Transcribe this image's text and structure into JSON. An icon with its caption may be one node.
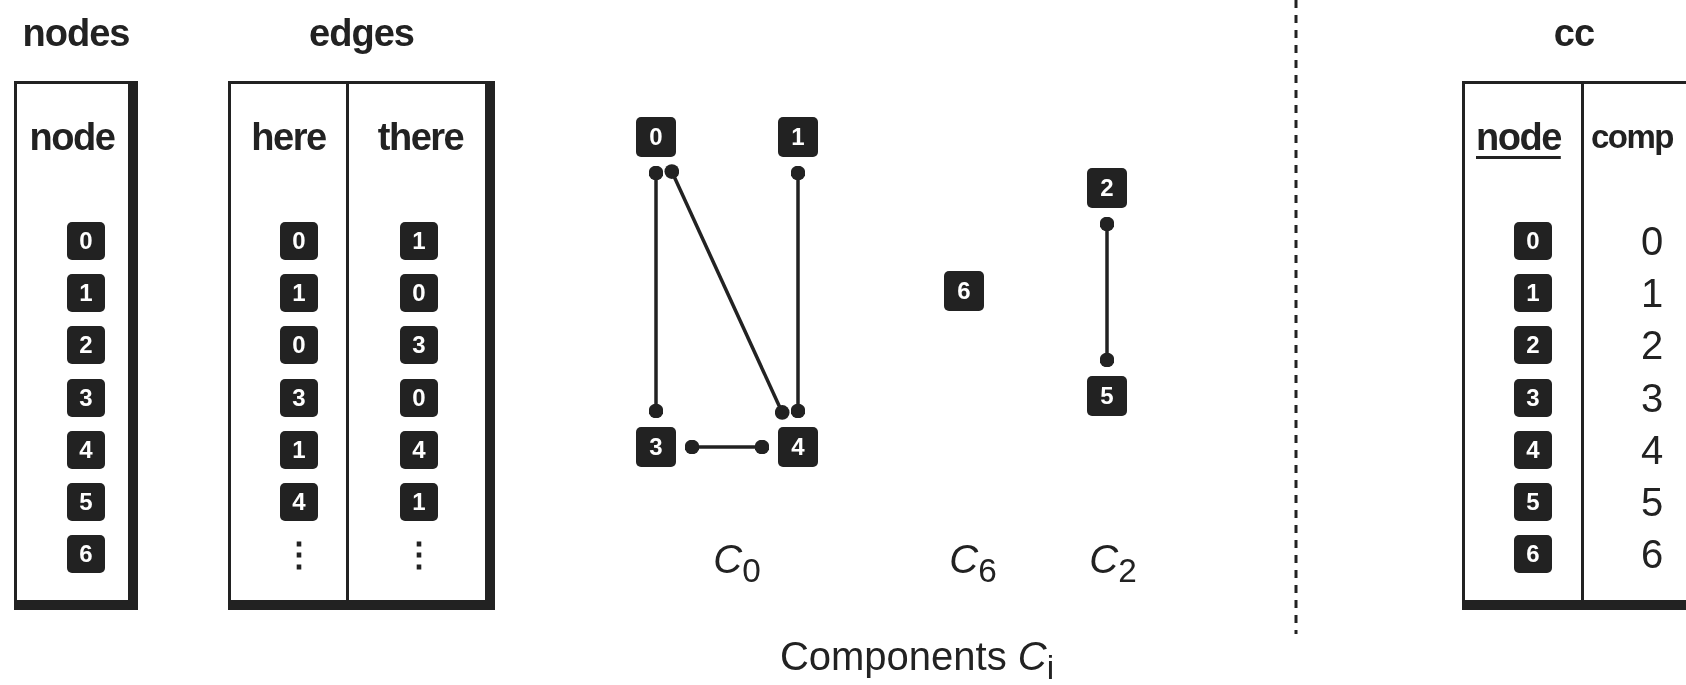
{
  "diagram": {
    "caption": "Components *C*$_{i}$",
    "nodes": [
      {
        "text": [
          "nodes",
          "node"
        ]
      },
      {
        "text": [
          "0"
        ],
        "in": 0
      },
      {
        "text": [
          "1"
        ],
        "in": 0
      },
      {
        "text": [
          "2"
        ],
        "in": 0
      },
      {
        "text": [
          "3"
        ],
        "in": 0
      },
      {
        "text": [
          "4"
        ],
        "in": 0
      },
      {
        "text": [
          "5"
        ],
        "in": 0
      },
      {
        "text": [
          "6"
        ],
        "in": 0
      },
      {
        "text": [
          "edges"
        ]
      },
      {
        "text": [
          "here",
          "⋮"
        ],
        "in": 8
      },
      {
        "text": [
          "0"
        ],
        "in": 9
      },
      {
        "text": [
          "1"
        ],
        "in": 9
      },
      {
        "text": [
          "0"
        ],
        "in": 9
      },
      {
        "text": [
          "3"
        ],
        "in": 9
      },
      {
        "text": [
          "1"
        ],
        "in": 9
      },
      {
        "text": [
          "4"
        ],
        "in": 9
      },
      {
        "text": [
          "there",
          "⋮"
        ],
        "in": 8
      },
      {
        "text": [
          "1"
        ],
        "in": 16
      },
      {
        "text": [
          "0"
        ],
        "in": 16
      },
      {
        "text": [
          "3"
        ],
        "in": 16
      },
      {
        "text": [
          "0"
        ],
        "in": 16
      },
      {
        "text": [
          "4"
        ],
        "in": 16
      },
      {
        "text": [
          "1"
        ],
        "in": 16
      },
      {
        "text": [
          "0"
        ]
      },
      {
        "text": [
          "1"
        ]
      },
      {
        "text": [
          "2"
        ]
      },
      {
        "text": [
          "6"
        ]
      },
      {
        "text": [
          "5"
        ]
      },
      {
        "text": [
          "3"
        ]
      },
      {
        "text": [
          "4"
        ]
      },
      {
        "text": [
          "cc"
        ]
      },
      {
        "text": [
          "node"
        ],
        "in": 30
      },
      {
        "text": [
          "0"
        ],
        "in": 31
      },
      {
        "text": [
          "1"
        ],
        "in": 31
      },
      {
        "text": [
          "2"
        ],
        "in": 31
      },
      {
        "text": [
          "3"
        ],
        "in": 31
      },
      {
        "text": [
          "4"
        ],
        "in": 31
      },
      {
        "text": [
          "5"
        ],
        "in": 31
      },
      {
        "text": [
          "6"
        ],
        "in": 31
      },
      {
        "text": [
          "comp",
          "0",
          "1",
          "2",
          "3",
          "4",
          "5",
          "6"
        ],
        "in": 30
      }
    ],
    "edges": [
      {
        "from": 23,
        "to": 28,
        "arrow": "other"
      },
      {
        "from": 23,
        "to": 29,
        "arrow": "other"
      },
      {
        "from": 24,
        "to": 29,
        "arrow": "other"
      },
      {
        "from": 28,
        "to": 29,
        "arrow": "other"
      },
      {
        "from": 25,
        "to": 27,
        "arrow": "other"
      }
    ],
    "labels": [
      "*C*$_{0}$",
      "*C*$_{6}$",
      "*C*$_{2}$"
    ]
  }
}
